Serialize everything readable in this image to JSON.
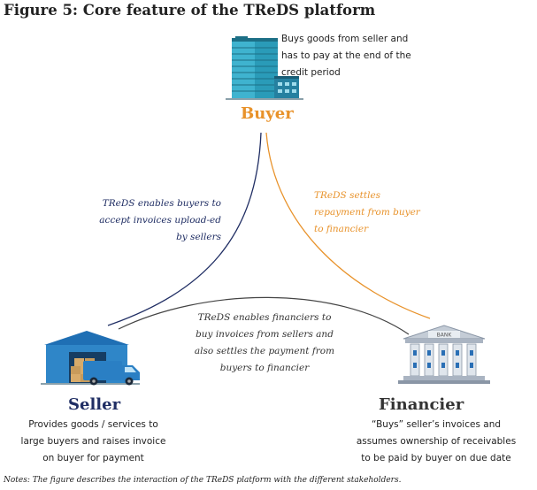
{
  "figure_title": "Figure 5: Core feature of the TReDS platform",
  "buyer": {
    "label": "Buyer",
    "description": "Buys goods from seller and has to pay at the end of the credit period"
  },
  "seller": {
    "label": "Seller",
    "description": "Provides goods / services to large buyers and raises invoice on buyer for payment"
  },
  "financier": {
    "label": "Financier",
    "description": "“Buys” seller’s invoices and assumes ownership of receivables to be paid by buyer on due date",
    "bank_sign": "BANK"
  },
  "flows": {
    "buyer_seller": "TReDS enables buyers to accept invoices upload-ed by sellers",
    "buyer_financier": "TReDS settles repayment from buyer to financier",
    "seller_financier": "TReDS enables financiers to buy invoices from sellers and also settles the payment from buyers to financier"
  },
  "footnote": "Notes: The figure describes the interaction of the TReDS platform with the different stakeholders.",
  "colors": {
    "navy": "#1f2d63",
    "orange": "#e8922a",
    "dark_gray": "#333333"
  }
}
